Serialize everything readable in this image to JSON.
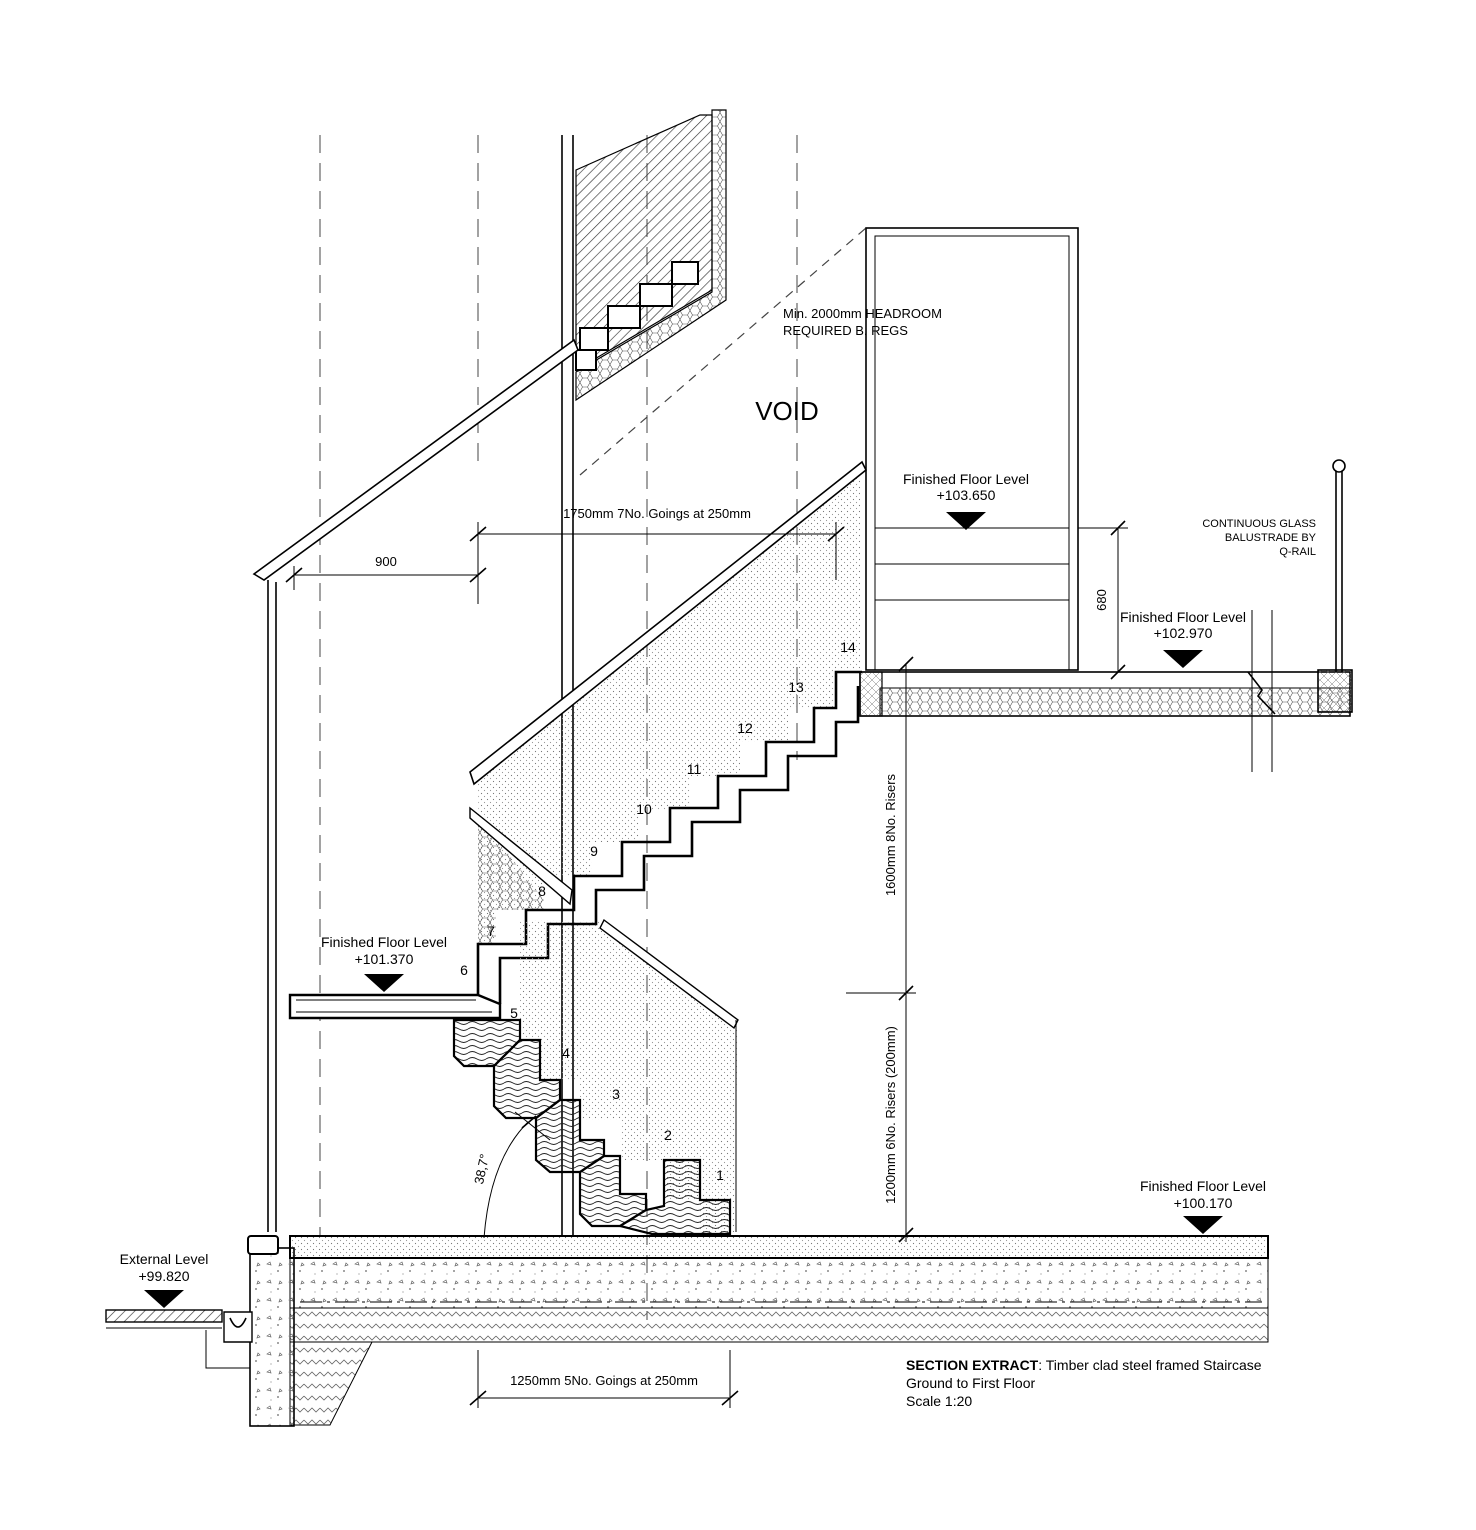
{
  "labels": {
    "void": "VOID",
    "headroom_line1": "Min. 2000mm HEADROOM",
    "headroom_line2": "REQUIRED B. REGS",
    "ffl_top_title": "Finished Floor Level",
    "ffl_top_value": "+103.650",
    "ffl_first_title": "Finished Floor Level",
    "ffl_first_value": "+102.970",
    "ffl_landing_title": "Finished Floor Level",
    "ffl_landing_value": "+101.370",
    "ffl_ground_title": "Finished Floor Level",
    "ffl_ground_value": "+100.170",
    "ext_level_title": "External Level",
    "ext_level_value": "+99.820",
    "balustrade_line1": "CONTINUOUS GLASS",
    "balustrade_line2": "BALUSTRADE BY",
    "balustrade_line3": "Q-RAIL"
  },
  "dimensions": {
    "upper_goings": "1750mm 7No. Goings at 250mm",
    "lower_goings": "1250mm 5No. Goings at 250mm",
    "offset": "900",
    "upper_risers": "1600mm 8No. Risers",
    "lower_risers": "1200mm 6No. Risers (200mm)",
    "height_680": "680",
    "angle": "38,7°"
  },
  "steps": [
    "1",
    "2",
    "3",
    "4",
    "5",
    "6",
    "7",
    "8",
    "9",
    "10",
    "11",
    "12",
    "13",
    "14"
  ],
  "caption": {
    "title_bold": "SECTION EXTRACT",
    "title_rest": ": Timber clad steel framed Staircase",
    "line2": "Ground to First Floor",
    "line3": "Scale 1:20"
  }
}
